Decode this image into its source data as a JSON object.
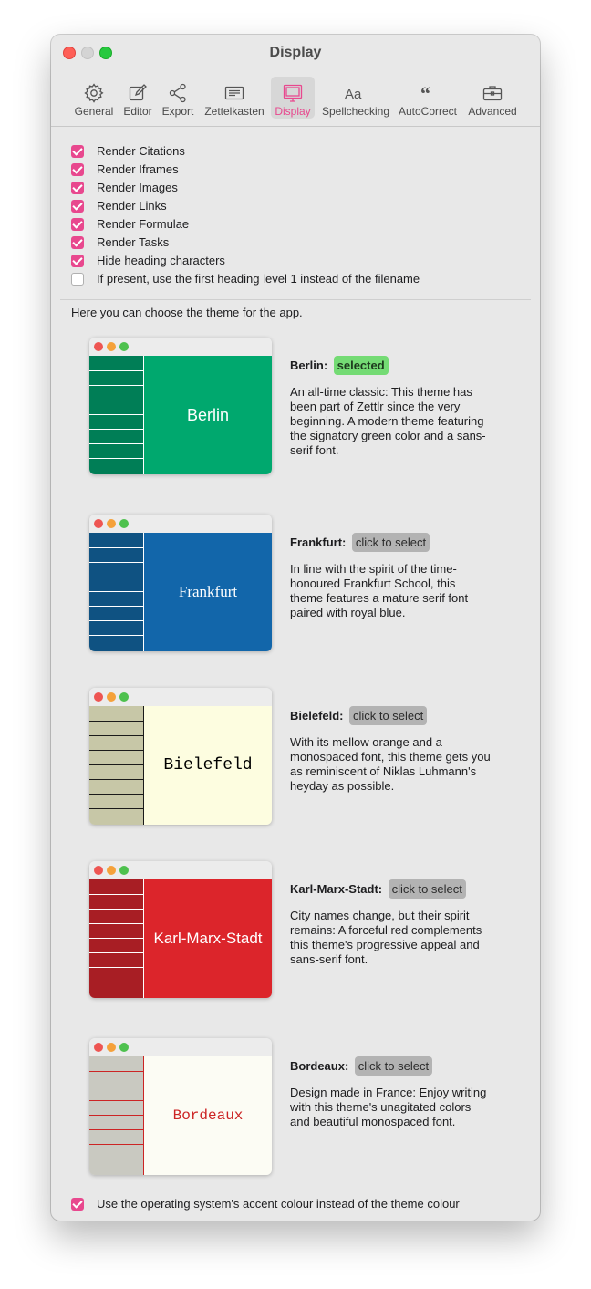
{
  "window": {
    "title": "Display"
  },
  "tabs": [
    {
      "label": "General",
      "icon": "gear-icon"
    },
    {
      "label": "Editor",
      "icon": "edit-icon"
    },
    {
      "label": "Export",
      "icon": "share-icon"
    },
    {
      "label": "Zettelkasten",
      "icon": "card-icon"
    },
    {
      "label": "Display",
      "icon": "monitor-icon",
      "active": true
    },
    {
      "label": "Spellchecking",
      "icon": "spellcheck-icon"
    },
    {
      "label": "AutoCorrect",
      "icon": "quote-icon"
    },
    {
      "label": "Advanced",
      "icon": "toolbox-icon"
    }
  ],
  "options": [
    {
      "label": "Render Citations",
      "checked": true
    },
    {
      "label": "Render Iframes",
      "checked": true
    },
    {
      "label": "Render Images",
      "checked": true
    },
    {
      "label": "Render Links",
      "checked": true
    },
    {
      "label": "Render Formulae",
      "checked": true
    },
    {
      "label": "Render Tasks",
      "checked": true
    },
    {
      "label": "Hide heading characters",
      "checked": true
    },
    {
      "label": "If present, use the first heading level 1 instead of the filename",
      "checked": false
    }
  ],
  "themes_intro": "Here you can choose the theme for the app.",
  "themes": [
    {
      "name": "Berlin:",
      "preview_label": "Berlin",
      "status": "selected",
      "selected": true,
      "description": "An all-time classic: This theme has been part of Zettlr since the very beginning. A modern theme featuring the signatory green color and a sans-serif font.",
      "colors": {
        "main": "#00a86e",
        "side": "#007e56",
        "line": "#ffffff",
        "text": "#ffffff"
      }
    },
    {
      "name": "Frankfurt:",
      "preview_label": "Frankfurt",
      "status": "click to select",
      "selected": false,
      "description": "In line with the spirit of the time-honoured Frankfurt School, this theme features a mature serif font paired with royal blue.",
      "colors": {
        "main": "#1266aa",
        "side": "#0f5282",
        "line": "#ffffff",
        "text": "#ffffff"
      }
    },
    {
      "name": "Bielefeld:",
      "preview_label": "Bielefeld",
      "status": "click to select",
      "selected": false,
      "description": "With its mellow orange and a monospaced font, this theme gets you as reminiscent of Niklas Luhmann's heyday as possible.",
      "colors": {
        "main": "#fdfde0",
        "side": "#c7c7a7",
        "line": "#1a1a1a",
        "text": "#000000"
      }
    },
    {
      "name": "Karl-Marx-Stadt:",
      "preview_label": "Karl-Marx-Stadt",
      "status": "click to select",
      "selected": false,
      "description": "City names change, but their spirit remains: A forceful red complements this theme's progressive appeal and sans-serif font.",
      "colors": {
        "main": "#dc252b",
        "side": "#a81e24",
        "line": "#ffffff",
        "text": "#ffffff"
      }
    },
    {
      "name": "Bordeaux:",
      "preview_label": "Bordeaux",
      "status": "click to select",
      "selected": false,
      "description": "Design made in France: Enjoy writing with this theme's unagitated colors and beautiful monospaced font.",
      "colors": {
        "main": "#fcfcf4",
        "side": "#c9c9c1",
        "line": "#cc2424",
        "text": "#cc2424"
      }
    }
  ],
  "accent_option": {
    "label": "Use the operating system's accent colour instead of the theme colour",
    "checked": true
  },
  "accent_color": "#e8488e"
}
